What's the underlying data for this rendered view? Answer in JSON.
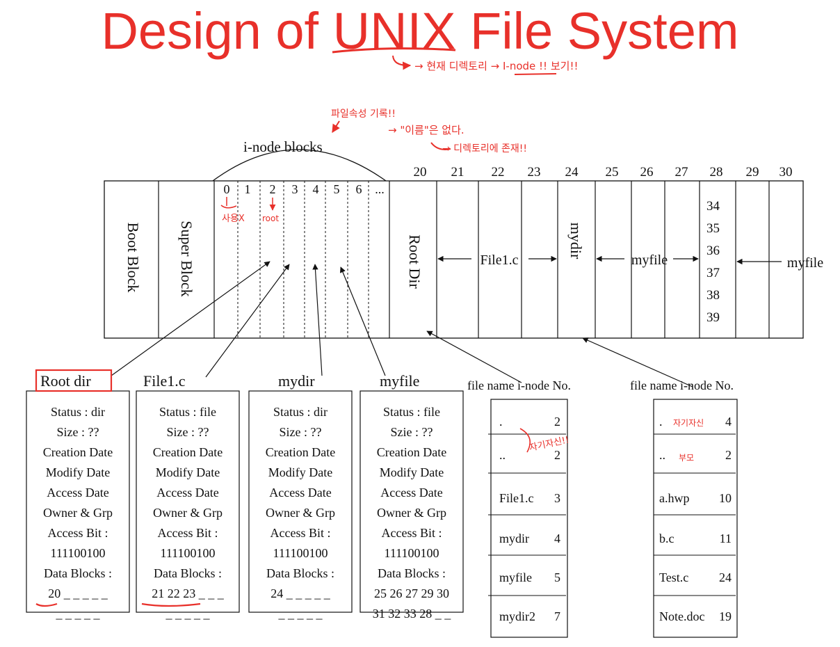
{
  "title": "Design of UNIX File System",
  "title_parts": {
    "before": "Design of ",
    "underlined": "UNIX",
    "after": " File System"
  },
  "annotations": {
    "title_note": "→ 현재 디렉토리 → I-node !! 보기!!",
    "attr_note": "파일속성 기록!!",
    "name_note": "→ \"이름\"은 없다.",
    "dir_note": "→ 디렉토리에 존재!!",
    "unused": "사용X",
    "root": "root",
    "self_note": "자기자신!!",
    "self_note2": "자기자신",
    "parent_note": "부모"
  },
  "disk": {
    "inode_blocks_label": "i-node blocks",
    "boot_block": "Boot Block",
    "super_block": "Super Block",
    "inode_numbers": [
      "0",
      "1",
      "2",
      "3",
      "4",
      "5",
      "6",
      "..."
    ],
    "data_block_numbers": [
      "20",
      "21",
      "22",
      "23",
      "24",
      "25",
      "26",
      "27",
      "28",
      "29",
      "30"
    ],
    "root_dir_label": "Root Dir",
    "file1_label": "File1.c",
    "mydir_label": "mydir",
    "myfile_label": "myfile",
    "myfile_label2": "myfile",
    "block28_values": [
      "34",
      "35",
      "36",
      "37",
      "38",
      "39"
    ]
  },
  "inodes": [
    {
      "title": "Root dir",
      "lines": [
        "Status : dir",
        "Size : ??",
        "Creation Date",
        "Modify Date",
        "Access Date",
        "Owner & Grp",
        "Access Bit :",
        "111100100",
        "Data Blocks :",
        "20 _ _ _ _ _",
        "_ _ _ _ _"
      ]
    },
    {
      "title": "File1.c",
      "lines": [
        "Status : file",
        "Size : ??",
        "Creation Date",
        "Modify Date",
        "Access Date",
        "Owner & Grp",
        "Access Bit :",
        "111100100",
        "Data Blocks :",
        "21 22 23 _ _ _",
        "_ _ _ _ _"
      ]
    },
    {
      "title": "mydir",
      "lines": [
        "Status : dir",
        "Size : ??",
        "Creation Date",
        "Modify Date",
        "Access Date",
        "Owner & Grp",
        "Access Bit :",
        "111100100",
        "Data Blocks :",
        "24 _ _ _ _ _",
        "_ _ _ _ _"
      ]
    },
    {
      "title": "myfile",
      "lines": [
        "Status : file",
        "Szie : ??",
        "Creation Date",
        "Modify Date",
        "Access Date",
        "Owner & Grp",
        "Access Bit :",
        "111100100",
        "Data Blocks :",
        "25 26 27 29 30",
        "31 32 33 28 _ _"
      ]
    }
  ],
  "dir_tables": [
    {
      "header": "file name  i-node No.",
      "rows": [
        {
          "name": ".",
          "inode": "2"
        },
        {
          "name": "..",
          "inode": "2"
        },
        {
          "name": "File1.c",
          "inode": "3"
        },
        {
          "name": "mydir",
          "inode": "4"
        },
        {
          "name": "myfile",
          "inode": "5"
        },
        {
          "name": "mydir2",
          "inode": "7"
        }
      ]
    },
    {
      "header": "file name  i-node No.",
      "rows": [
        {
          "name": ".",
          "inode": "4"
        },
        {
          "name": "..",
          "inode": "2"
        },
        {
          "name": "a.hwp",
          "inode": "10"
        },
        {
          "name": "b.c",
          "inode": "11"
        },
        {
          "name": "Test.c",
          "inode": "24"
        },
        {
          "name": "Note.doc",
          "inode": "19"
        }
      ]
    }
  ],
  "colors": {
    "accent": "#e8302a",
    "ink": "#111111"
  }
}
